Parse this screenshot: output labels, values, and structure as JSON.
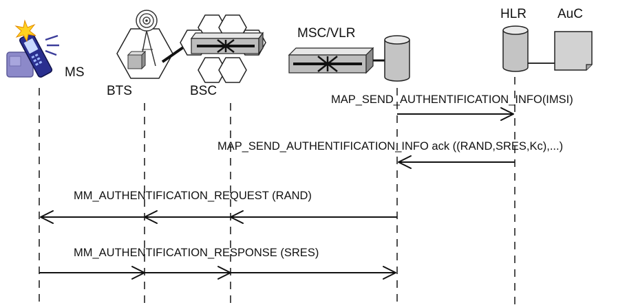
{
  "entities": {
    "ms": "MS",
    "bts": "BTS",
    "bsc": "BSC",
    "msc": "MSC/VLR",
    "hlr": "HLR",
    "auc": "AuC"
  },
  "messages": {
    "send_auth_info": "MAP_SEND_AUTHENTIFICATION_INFO(IMSI)",
    "send_auth_info_ack": "MAP_SEND_AUTHENTIFICATION_INFO ack ((RAND,SRES,Kc),...)",
    "auth_request": "MM_AUTHENTIFICATION_REQUEST (RAND)",
    "auth_response": "MM_AUTHENTIFICATION_RESPONSE (SRES)"
  },
  "icons": {
    "ms": "mobile-phone-icon",
    "bts": "base-station-tower-icon",
    "bsc": "controller-switch-icon",
    "msc": "switch-database-icon",
    "hlr": "database-icon",
    "auc": "document-icon"
  }
}
